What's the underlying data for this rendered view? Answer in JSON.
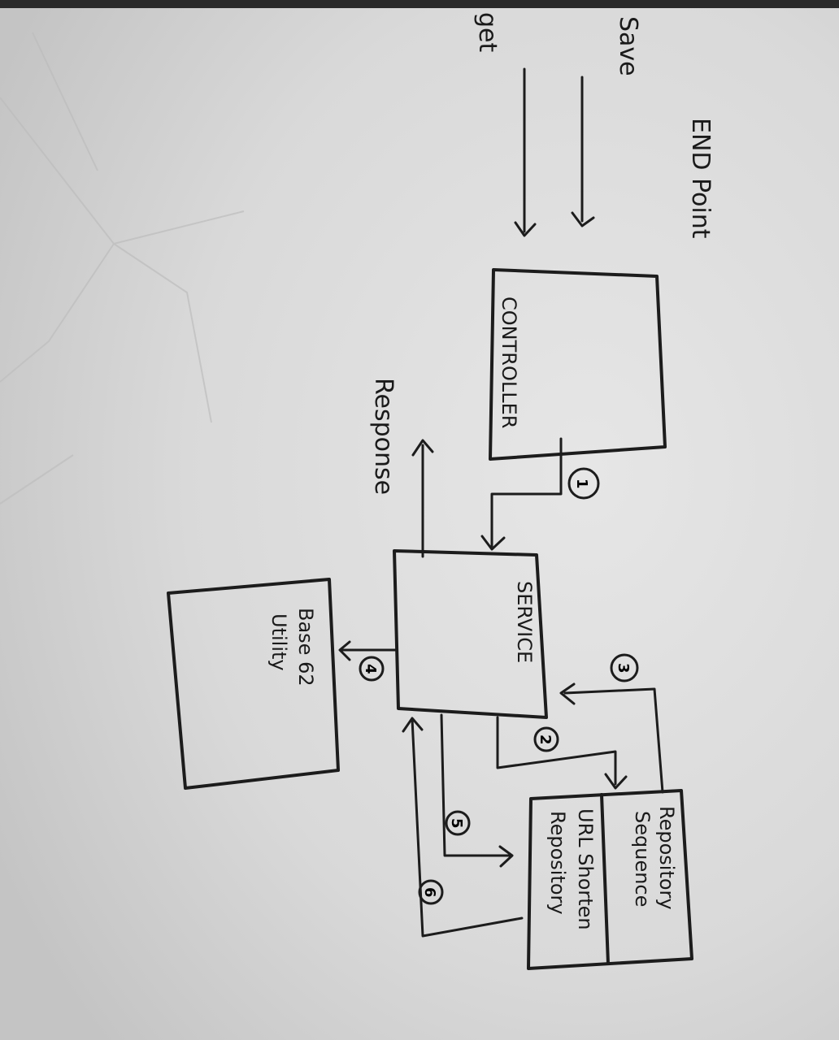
{
  "labels": {
    "endpoint": "END Point",
    "save": "Save",
    "get": "get",
    "controller": "CONTROLLER",
    "service": "SERVICE",
    "response": "Response",
    "base62_line1": "Base 62",
    "base62_line2": "Utility",
    "repo_sequence_line1": "Repository",
    "repo_sequence_line2": "Sequence",
    "repo_url_line1": "URL Shorten",
    "repo_url_line2": "Repository"
  },
  "steps": {
    "s1": "1",
    "s2": "2",
    "s3": "3",
    "s4": "4",
    "s5": "5",
    "s6": "6"
  }
}
